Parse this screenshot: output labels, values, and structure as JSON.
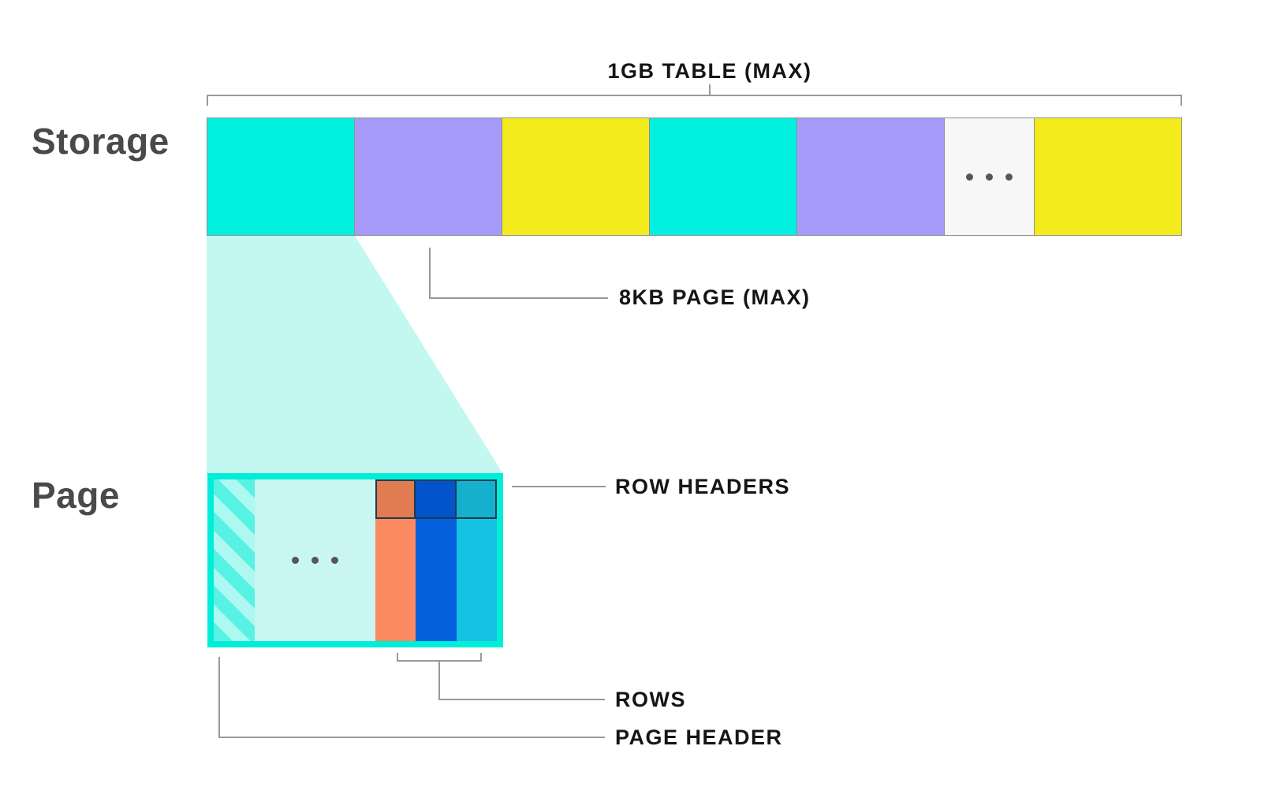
{
  "sections": {
    "storage": {
      "label": "Storage"
    },
    "page": {
      "label": "Page"
    }
  },
  "annotations": {
    "table_max": "1GB TABLE (MAX)",
    "page_max": "8KB PAGE (MAX)",
    "row_headers": "ROW HEADERS",
    "rows": "ROWS",
    "page_header": "PAGE HEADER"
  },
  "colors": {
    "segment_cyan": "#02F0E0",
    "segment_purple": "#A59AF7",
    "segment_yellow": "#F4EB1D",
    "segment_gray": "#F7F7F7",
    "page_border_cyan": "#00EED8",
    "page_interior": "#C9F6F0",
    "funnel_fill": "#C3F8F1",
    "hatch_teal": "#58F2E4",
    "hatch_pale": "#ADF8F0",
    "row_orange_header": "#E07B52",
    "row_orange_body": "#FB8A60",
    "row_blue_header": "#0353CB",
    "row_blue_body": "#0561DB",
    "row_teal_header": "#14B0CD",
    "row_teal_body": "#16C2E2",
    "connector_line": "#999999",
    "annotation_text": "#151515",
    "heading_text": "#4A4A4A",
    "ellipsis_dot": "#575757"
  },
  "storage_bar": {
    "segments": [
      {
        "name": "page-block-cyan-1",
        "style": "background:#02F0E0"
      },
      {
        "name": "page-block-purple-1",
        "style": "background:#A59AF7"
      },
      {
        "name": "page-block-yellow-1",
        "style": "background:#F4EB1D"
      },
      {
        "name": "page-block-cyan-2",
        "style": "background:#02F0E0"
      },
      {
        "name": "page-block-purple-2",
        "style": "background:#A59AF7"
      },
      {
        "name": "page-block-ellipsis",
        "style": "background:#F7F7F7"
      },
      {
        "name": "page-block-yellow-2",
        "style": "background:#F4EB1D"
      }
    ]
  },
  "page_box": {
    "rows": [
      {
        "name": "row-orange",
        "header_style": "background:#E07B52",
        "body_style": "background:#FB8A60"
      },
      {
        "name": "row-blue",
        "header_style": "background:#0353CB",
        "body_style": "background:#0561DB"
      },
      {
        "name": "row-teal",
        "header_style": "background:#14B0CD",
        "body_style": "background:#16C2E2"
      }
    ]
  }
}
